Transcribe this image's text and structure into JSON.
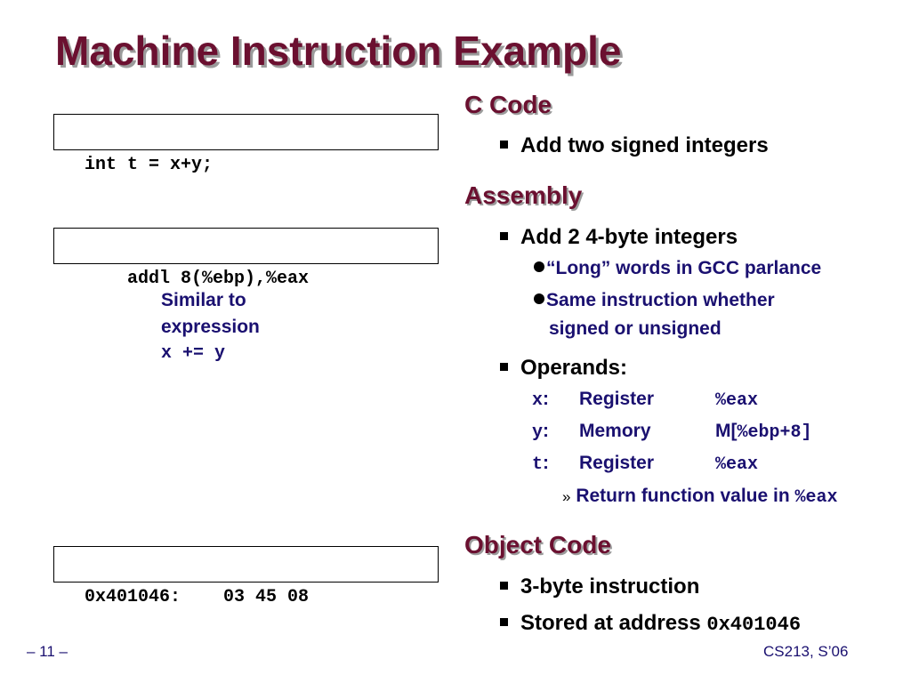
{
  "title": "Machine Instruction Example",
  "left": {
    "c_code": "int t = x+y;",
    "asm_code": "    addl 8(%ebp),%eax",
    "note_line1": "Similar to",
    "note_line2": "expression",
    "note_code": "x += y",
    "obj_code": "0x401046:    03 45 08"
  },
  "right": {
    "c_heading": "C Code",
    "c_bullet": "Add two signed integers",
    "asm_heading": "Assembly",
    "asm_bullet": "Add 2 4-byte integers",
    "asm_sub1": "“Long” words in GCC parlance",
    "asm_sub2_line1": "Same instruction whether",
    "asm_sub2_line2": "signed or unsigned",
    "operands_label": "Operands:",
    "operands": [
      {
        "var": "x",
        "colon": ":",
        "kind": "Register",
        "loc_pre": "",
        "loc_code": "%eax"
      },
      {
        "var": "y",
        "colon": ":",
        "kind": "Memory",
        "loc_pre": "M[",
        "loc_code": "%ebp+8]"
      },
      {
        "var": "t",
        "colon": ":",
        "kind": "Register",
        "loc_pre": "",
        "loc_code": "%eax"
      }
    ],
    "return_marker": "»",
    "return_text": "Return function value in",
    "return_code": "%eax",
    "obj_heading": "Object Code",
    "obj_bullet1": "3-byte instruction",
    "obj_bullet2_text": "Stored at address",
    "obj_bullet2_code": "0x401046"
  },
  "footer": {
    "page": "– 11 –",
    "course": "CS213, S’06"
  },
  "colors": {
    "heading": "#6b1030",
    "body_text": "#1a1070",
    "shadow": "#9b9b9b"
  }
}
